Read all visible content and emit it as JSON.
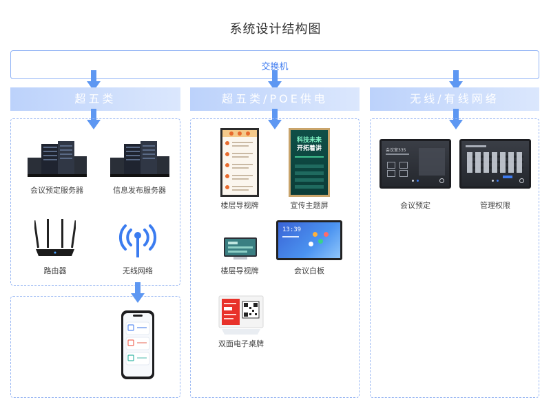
{
  "title": "系统设计结构图",
  "switch": {
    "label": "交换机"
  },
  "categories": [
    {
      "label": "超五类"
    },
    {
      "label": "超五类/POE供电"
    },
    {
      "label": "无线/有线网络"
    }
  ],
  "devices": {
    "meeting_server": "会议预定服务器",
    "info_server": "信息发布服务器",
    "router": "路由器",
    "wireless": "无线网络",
    "floor_guide_tall": "楼层导视牌",
    "promo_screen": "宣传主题屏",
    "floor_guide_small": "楼层导视牌",
    "whiteboard": "会议白板",
    "desk_sign": "双面电子桌牌",
    "meeting_booking": "会议预定",
    "admin_rights": "管理权限"
  },
  "screens": {
    "promo_text_1": "科技未来",
    "promo_text_2": "开拓着讲",
    "whiteboard_time": "13:39",
    "booking_room": "会议室335"
  },
  "colors": {
    "accent": "#3f7cf0",
    "arrow": "#5d97f2",
    "dashed": "#9ab8f3"
  }
}
